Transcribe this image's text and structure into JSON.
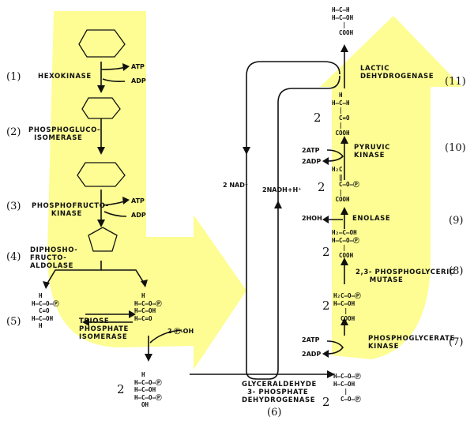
{
  "steps": [
    {
      "num": "(1)",
      "enzyme": "HEXOKINASE"
    },
    {
      "num": "(2)",
      "enzyme": "PHOSPHOGLUCO-\n  ISOMERASE"
    },
    {
      "num": "(3)",
      "enzyme": "PHOSPHOFRUCTO-\n       KINASE"
    },
    {
      "num": "(4)",
      "enzyme": "DIPHOSHO-\nFRUCTO-\nALDOLASE"
    },
    {
      "num": "(5)",
      "enzyme": "TRIOSE\nPHOSPHATE\nISOMERASE"
    },
    {
      "num": "(6)",
      "enzyme": "GLYCERALDEHYDE\n  3- PHOSPHATE\nDEHYDROGENASE"
    },
    {
      "num": "(7)",
      "enzyme": "PHOSPHOGLYCERATE\nKINASE"
    },
    {
      "num": "(8)",
      "enzyme": "2,3- PHOSPHOGLYCERIC\n     MUTASE"
    },
    {
      "num": "(9)",
      "enzyme": "ENOLASE"
    },
    {
      "num": "(10)",
      "enzyme": "PYRUVIC\nKINASE"
    },
    {
      "num": "(11)",
      "enzyme": "LACTIC\nDEHYDROGENASE"
    }
  ],
  "cofactors": {
    "atp_1": "ATP",
    "adp_1": "ADP",
    "atp_3": "ATP",
    "adp_3": "ADP",
    "pi_5": "2 Ⓟ-OH",
    "atp_7": "2ATP",
    "adp_7": "2ADP",
    "hoh_9": "2HOH",
    "atp_10": "2ATP",
    "adp_10": "2ADP",
    "nad": "2 NAD⁺",
    "nadh": "2NADH+H⁺"
  },
  "coefficients": {
    "c6": "2",
    "c7": "2",
    "c8": "2",
    "c9": "2",
    "c10": "2",
    "c11": "2",
    "c_3pg": "2",
    "c_13bpg": "2"
  },
  "molecules": {
    "lactate": "H–C–H\nH–C–OH\n   |\n  COOH",
    "pyruvate": "  H\nH–C–H\n  |\n  C=O\n  |\n COOH",
    "pep": "H₂C\n  ‖\n  C–O–Ⓟ\n  |\n COOH",
    "pg2": "H₂–C–OH\nH–C–O–Ⓟ\n   |\n  COOH",
    "pg3": "H₂C–O–Ⓟ\nH–C–OH\n   |\n  COOH",
    "bpg": "H–C–O–Ⓟ\nH–C–OH\n   |\n  C–O–Ⓟ",
    "g3p": "  H\nH–C–O–Ⓟ\nH–C–OH\nH–C–O–Ⓟ\n  OH",
    "dhap": "  H\nH–C–O–Ⓟ\n  C=O\nH–C–OH\n  H",
    "ga3p": "  H\nH–C–O–Ⓟ\nH–C–OH\nH–C=O"
  },
  "colors": {
    "highlight": "#fdfd93",
    "ink": "#111111"
  }
}
